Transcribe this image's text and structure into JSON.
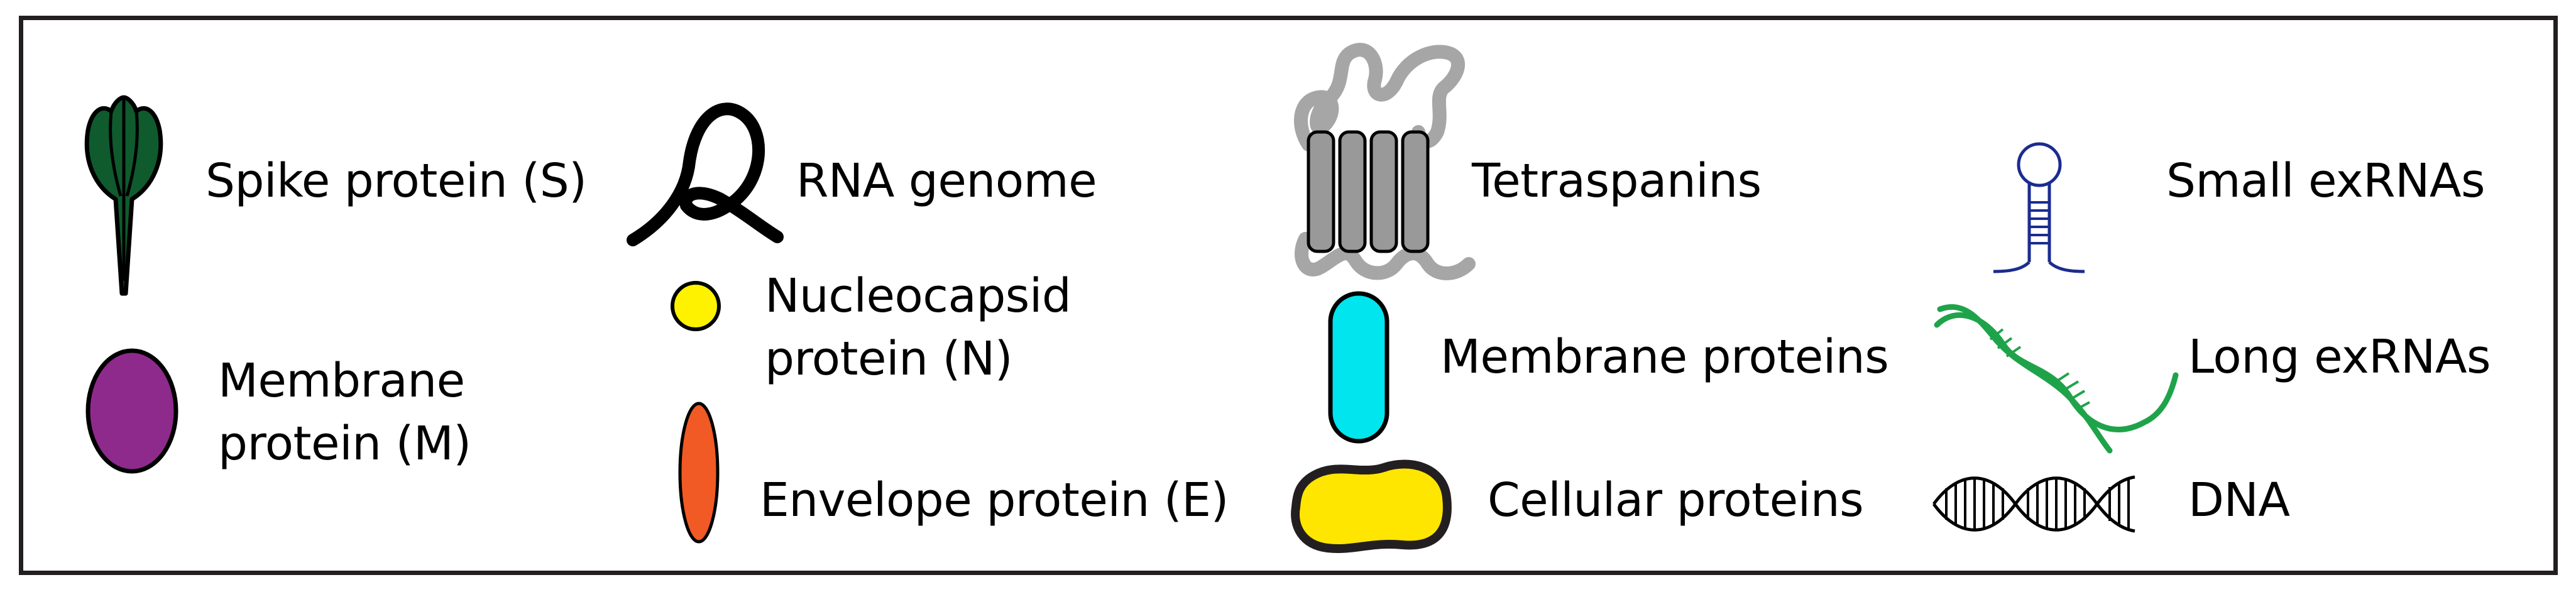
{
  "legend": {
    "items": [
      {
        "id": "spike",
        "label": "Spike protein (S)",
        "icon": "spike-protein-icon"
      },
      {
        "id": "membrane-m",
        "label_lines": [
          "Membrane",
          "protein (M)"
        ],
        "icon": "membrane-protein-icon"
      },
      {
        "id": "rna",
        "label": "RNA genome",
        "icon": "rna-genome-icon"
      },
      {
        "id": "nucleocapsid",
        "label_lines": [
          "Nucleocapsid",
          "protein (N)"
        ],
        "icon": "nucleocapsid-protein-icon"
      },
      {
        "id": "envelope",
        "label": "Envelope protein (E)",
        "icon": "envelope-protein-icon"
      },
      {
        "id": "tetraspanins",
        "label": "Tetraspanins",
        "icon": "tetraspanins-icon"
      },
      {
        "id": "membrane-proteins",
        "label": "Membrane proteins",
        "icon": "membrane-proteins-icon"
      },
      {
        "id": "cellular",
        "label": "Cellular proteins",
        "icon": "cellular-proteins-icon"
      },
      {
        "id": "small-exrna",
        "label": "Small exRNAs",
        "icon": "small-exrna-icon"
      },
      {
        "id": "long-exrna",
        "label": "Long exRNAs",
        "icon": "long-exrna-icon"
      },
      {
        "id": "dna",
        "label": "DNA",
        "icon": "dna-icon"
      }
    ]
  },
  "colors": {
    "border": "#231f20",
    "spike": "#0f5b2e",
    "membrane_m": "#8f2a8d",
    "nucleocapsid": "#fff200",
    "envelope": "#f15a24",
    "tetraspanin_body": "#999999",
    "tetraspanin_loop": "#a6a6a6",
    "membrane_proteins": "#00e5ee",
    "cellular": "#ffe600",
    "small_exrna": "#1b2c8f",
    "long_exrna": "#1fa34a"
  }
}
